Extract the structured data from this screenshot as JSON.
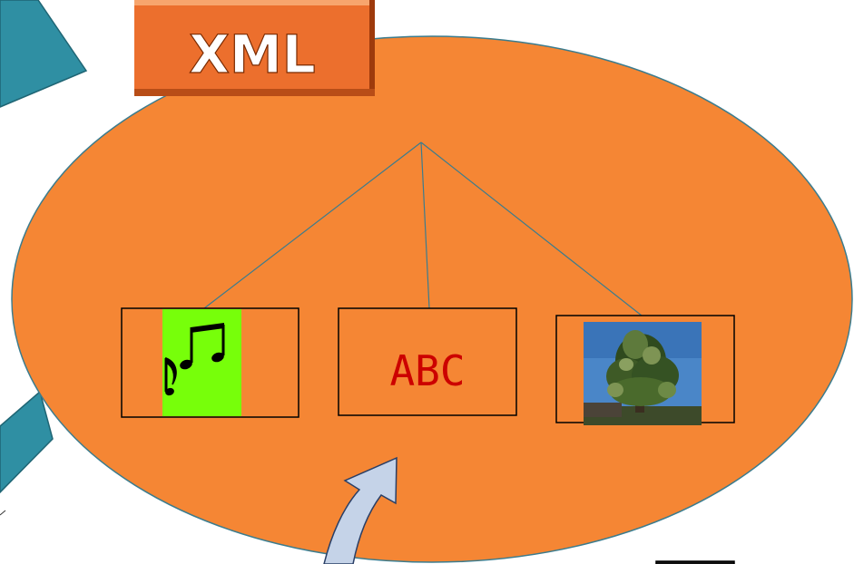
{
  "logo": {
    "text": "XML"
  },
  "nodes": [
    {
      "kind": "music",
      "icon": "music-notes-icon"
    },
    {
      "kind": "text",
      "label": "ABC"
    },
    {
      "kind": "image",
      "icon": "tree-photo"
    }
  ],
  "colors": {
    "ellipse": "#f58634",
    "ellipse_stroke": "#3b7c8e",
    "arrows": "#2f8fa3",
    "arrows_stroke": "#1f6574",
    "curved_arrow": "#c5d3e8",
    "curved_arrow_stroke": "#2a3f66",
    "logo_bg": "#ec6f2d",
    "logo_dark": "#9e3a0c",
    "music_bg": "#77ff0a",
    "abc_text": "#cc0000",
    "connector": "#3b7c8e"
  }
}
